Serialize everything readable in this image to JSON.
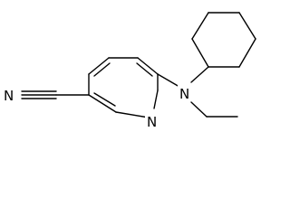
{
  "molecule": {
    "atoms": {
      "nitrile_n": "N",
      "ring_n": "N",
      "amine_n": "N"
    }
  }
}
